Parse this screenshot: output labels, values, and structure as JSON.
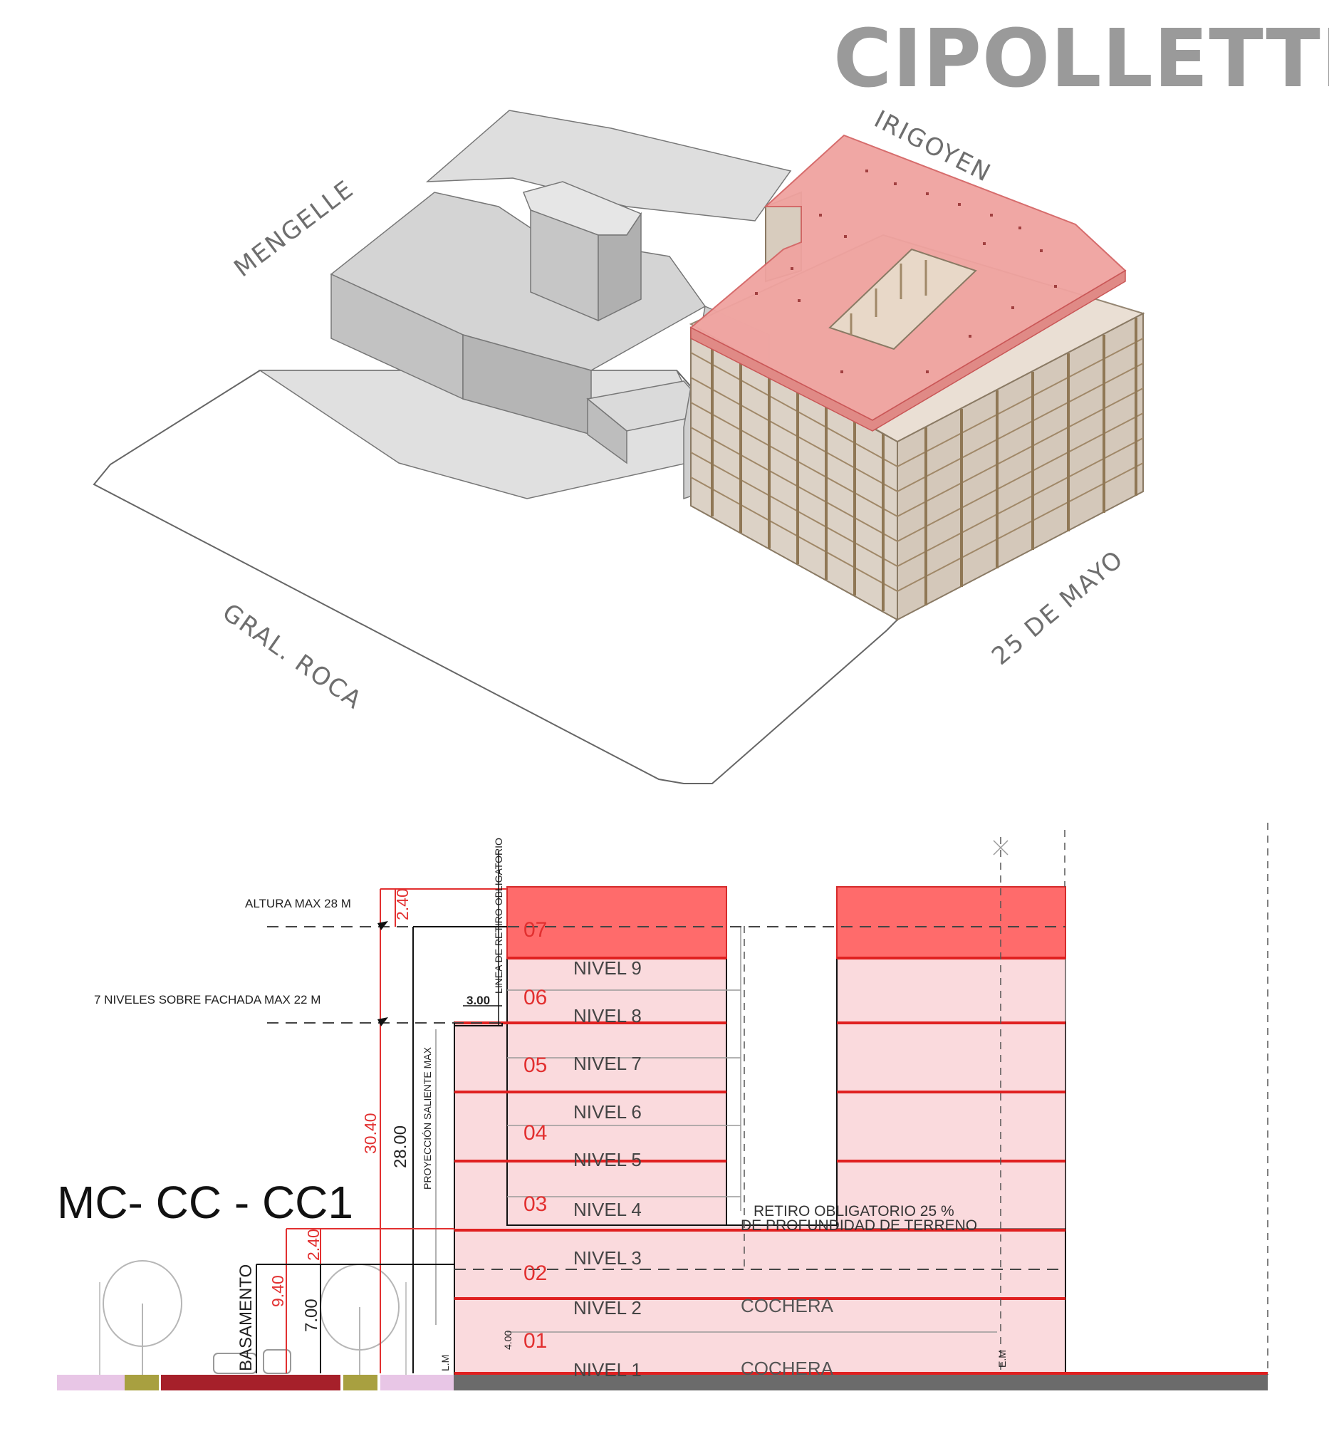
{
  "title": "CIPOLLETTI",
  "streets": {
    "irigoyen": "IRIGOYEN",
    "mengelle": "MENGELLE",
    "gral_roca": "GRAL. ROCA",
    "veinticinco_mayo": "25 DE MAYO"
  },
  "section": {
    "zone_code": "MC- CC - CC1",
    "altura_max": "ALTURA MAX 28 M",
    "niveles_fachada": "7 NIVELES SOBRE FACHADA MAX 22 M",
    "linea_retiro": "LINEA DE RETIRO OBLIGATORIO",
    "proyeccion": "PROYECCIÓN SALIENTE MAX",
    "basamento": "BASAMENTO",
    "lm": "L.M",
    "em": "E.M",
    "retiro_line1": "RETIRO OBLIGATORIO 25 %",
    "retiro_line2": "DE PROFUNDIDAD DE TERRENO",
    "dims": {
      "d240_top": "2.40",
      "d3040": "30.40",
      "d2800": "28.00",
      "d300": "3.00",
      "d240_low": "2.40",
      "d940": "9.40",
      "d700": "7.00",
      "d400": "4.00"
    },
    "cochera_upper": "COCHERA",
    "cochera_lower": "COCHERA",
    "floor_numbers": [
      "07",
      "06",
      "05",
      "04",
      "03",
      "02",
      "01"
    ],
    "levels": [
      "NIVEL 9",
      "NIVEL 8",
      "NIVEL 7",
      "NIVEL 6",
      "NIVEL 5",
      "NIVEL 4",
      "NIVEL 3",
      "NIVEL 2",
      "NIVEL 1"
    ]
  },
  "colors": {
    "accent_red": "#e23030",
    "roof_red": "#ff6b6b",
    "pale_red": "#fadadd",
    "grey_block": "#d6d6d6",
    "tan_frame": "#c9b59a"
  }
}
